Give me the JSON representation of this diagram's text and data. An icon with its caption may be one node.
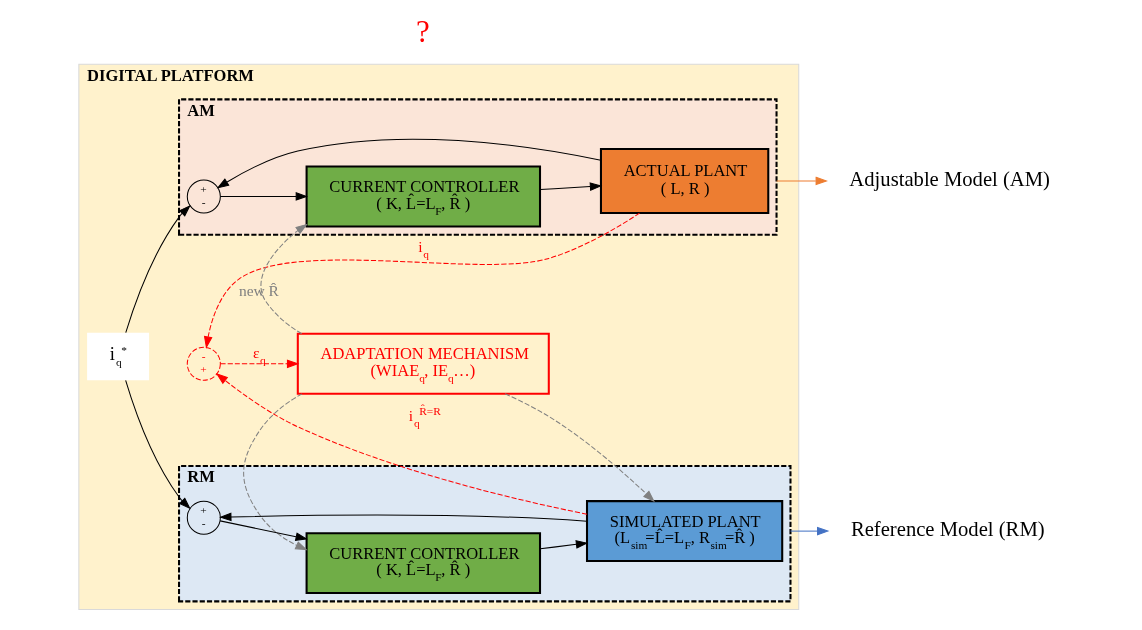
{
  "diagram": {
    "nodes": [
      {
        "text": [
          "DIGITAL PLATFORM"
        ]
      },
      {
        "text": [
          "AM"
        ],
        "in": 0
      },
      {
        "text": [
          "+",
          "-"
        ],
        "in": 1
      },
      {
        "text": [
          "CURRENT CONTROLLER",
          "( K, L̂=L$_{F}$, R̂ )"
        ],
        "in": 1
      },
      {
        "text": [
          "ACTUAL PLANT",
          "( L, R )"
        ],
        "in": 1
      },
      {
        "text": [
          "i$_{q}$$^{*}$"
        ],
        "in": 0
      },
      {
        "text": [
          "ADAPTATION MECHANISM",
          "(WIAE$_{q}$, IE$_{q}$…)"
        ],
        "in": 0
      },
      {
        "text": [
          "-",
          "+"
        ],
        "in": 0
      },
      {
        "text": [
          "RM"
        ],
        "in": 0
      },
      {
        "text": [
          "+",
          "-"
        ],
        "in": 8
      },
      {
        "text": [
          "CURRENT CONTROLLER",
          "( K, L̂=L$_{F}$, R̂ )"
        ],
        "in": 8
      },
      {
        "text": [
          "SIMULATED PLANT",
          "(L$_{sim}$=L̂=L$_{F}$, R$_{sim}$=R̂ )"
        ],
        "in": 8
      },
      {
        "text": [
          "Adjustable Model (AM)"
        ]
      },
      {
        "text": [
          "Reference Model (RM)"
        ]
      }
    ],
    "edges": [
      {
        "from": 5,
        "to": 2,
        "arrow": "to"
      },
      {
        "from": 5,
        "to": 9,
        "arrow": "to"
      },
      {
        "from": 2,
        "to": 3,
        "arrow": "to"
      },
      {
        "from": 3,
        "to": 4,
        "arrow": "to"
      },
      {
        "from": 4,
        "to": 2,
        "arrow": "to"
      },
      {
        "from": 4,
        "to": 7,
        "arrow": "to",
        "label": "i$_{q}$",
        "style": "dashed",
        "color": "#ff0000"
      },
      {
        "from": 11,
        "to": 7,
        "arrow": "to",
        "label": "i$_{q}$$^{R̂=R}$",
        "style": "dashed",
        "color": "#ff0000"
      },
      {
        "from": 7,
        "to": 6,
        "arrow": "to",
        "label": "ε$_{q}$",
        "style": "dashed",
        "color": "#ff0000"
      },
      {
        "from": 6,
        "to": 3,
        "arrow": "to",
        "label": "new R̂",
        "style": "dashed",
        "color": "#808080"
      },
      {
        "from": 6,
        "to": 10,
        "arrow": "to",
        "style": "dashed",
        "color": "#808080"
      },
      {
        "from": 6,
        "to": 11,
        "arrow": "to",
        "style": "dashed",
        "color": "#808080"
      },
      {
        "from": 9,
        "to": 10,
        "arrow": "to"
      },
      {
        "from": 10,
        "to": 11,
        "arrow": "to"
      },
      {
        "from": 11,
        "to": 9,
        "arrow": "to"
      },
      {
        "from": 1,
        "to": 12,
        "arrow": "to",
        "color": "#ed7d31"
      },
      {
        "from": 8,
        "to": 13,
        "arrow": "to",
        "color": "#4472c4"
      }
    ],
    "labels": [
      "?"
    ]
  }
}
